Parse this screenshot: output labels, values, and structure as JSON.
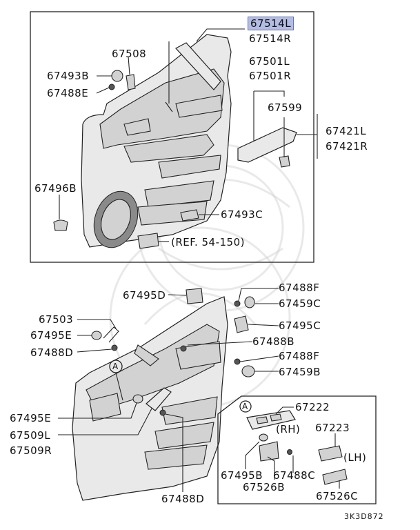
{
  "diagram": {
    "top_section": {
      "labels": {
        "p67514L": "67514L",
        "p67514R": "67514R",
        "p67508": "67508",
        "p67493B": "67493B",
        "p67488E": "67488E",
        "p67501L": "67501L",
        "p67501R": "67501R",
        "p67599": "67599",
        "p67421L": "67421L",
        "p67421R": "67421R",
        "p67496B": "67496B",
        "p67493C": "67493C",
        "ref": "(REF. 54-150)"
      }
    },
    "bottom_section": {
      "labels": {
        "p67495D": "67495D",
        "p67488F_1": "67488F",
        "p67459C": "67459C",
        "p67503": "67503",
        "p67495C": "67495C",
        "p67495E_1": "67495E",
        "p67488B": "67488B",
        "p67488D_1": "67488D",
        "p67488F_2": "67488F",
        "p67459B": "67459B",
        "callout_a_main": "A",
        "p67495E_2": "67495E",
        "p67509L": "67509L",
        "p67509R": "67509R",
        "p67488D_2": "67488D"
      }
    },
    "detail_box": {
      "labels": {
        "callout_a": "A",
        "p67222": "67222",
        "rh": "(RH)",
        "p67223": "67223",
        "lh": "(LH)",
        "p67495B": "67495B",
        "p67488C": "67488C",
        "p67526B": "67526B",
        "p67526C": "67526C"
      }
    },
    "figure_code": "3K3D872"
  }
}
